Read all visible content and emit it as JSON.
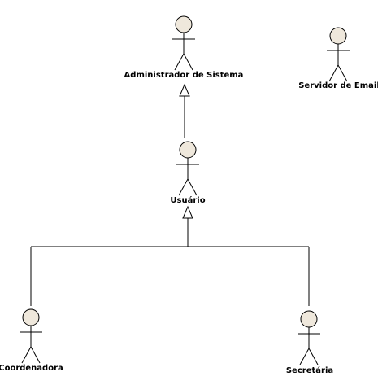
{
  "diagram": {
    "actors": [
      {
        "id": "admin",
        "label": "Administrador de Sistema"
      },
      {
        "id": "email",
        "label": "Servidor de Email"
      },
      {
        "id": "usuario",
        "label": "Usuário"
      },
      {
        "id": "coord",
        "label": "Coordenadora"
      },
      {
        "id": "secretaria",
        "label": "Secretária"
      }
    ],
    "generalizations": [
      {
        "from": "usuario",
        "to": "admin"
      },
      {
        "from": "coord",
        "to": "usuario"
      },
      {
        "from": "secretaria",
        "to": "usuario"
      }
    ],
    "colors": {
      "actor_head_fill": "#efe8dc",
      "line": "#000000",
      "background": "#ffffff"
    }
  }
}
